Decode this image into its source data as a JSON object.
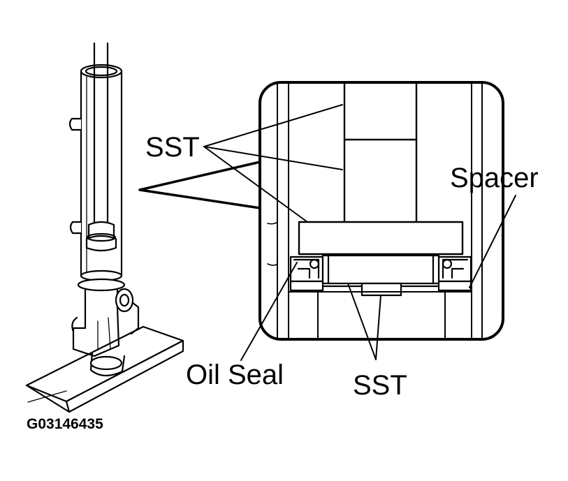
{
  "labels": {
    "sst_top": "SST",
    "spacer": "Spacer",
    "oil_seal": "Oil Seal",
    "sst_bottom": "SST",
    "figure_code": "G03146435"
  },
  "colors": {
    "ink": "#000000",
    "paper": "#ffffff"
  }
}
